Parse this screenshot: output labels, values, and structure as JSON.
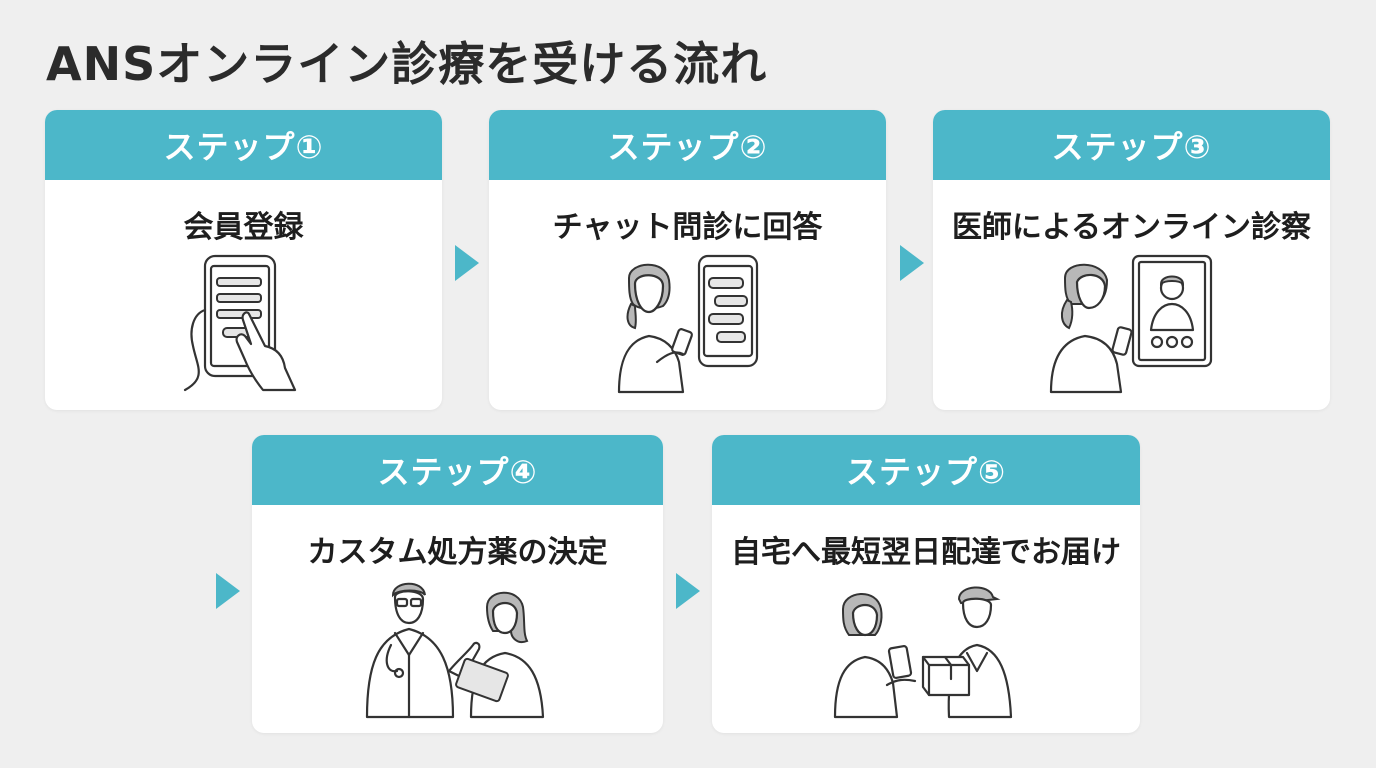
{
  "title": "ANSオンライン診療を受ける流れ",
  "colors": {
    "accent": "#4cb7c9",
    "background": "#efefef",
    "card": "#ffffff"
  },
  "steps": [
    {
      "header": "ステップ①",
      "label": "会員登録",
      "icon": "smartphone-registration-icon"
    },
    {
      "header": "ステップ②",
      "label": "チャット問診に回答",
      "icon": "chat-consultation-icon"
    },
    {
      "header": "ステップ③",
      "label": "医師によるオンライン診察",
      "icon": "video-consultation-icon"
    },
    {
      "header": "ステップ④",
      "label": "カスタム処方薬の決定",
      "icon": "doctor-prescription-icon"
    },
    {
      "header": "ステップ⑤",
      "label": "自宅へ最短翌日配達でお届け",
      "icon": "home-delivery-icon"
    }
  ]
}
